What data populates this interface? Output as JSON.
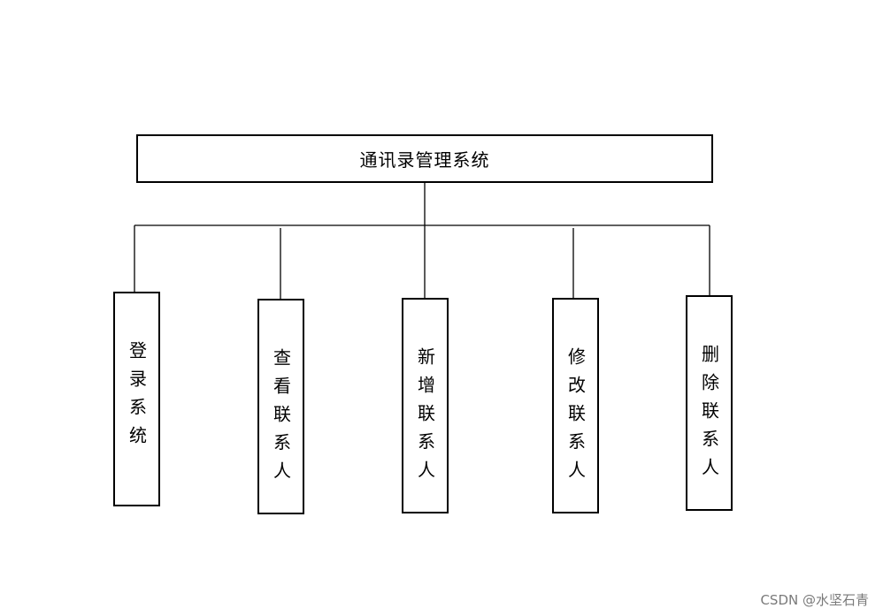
{
  "diagram": {
    "root": {
      "label": "通讯录管理系统"
    },
    "children": [
      {
        "label": "登录系统"
      },
      {
        "label": "查看联系人"
      },
      {
        "label": "新增联系人"
      },
      {
        "label": "修改联系人"
      },
      {
        "label": "删除联系人"
      }
    ]
  },
  "watermark": {
    "text": "CSDN @水坚石青"
  },
  "colors": {
    "stroke": "#000000",
    "background": "#ffffff",
    "watermark": "#7a7a7a"
  }
}
